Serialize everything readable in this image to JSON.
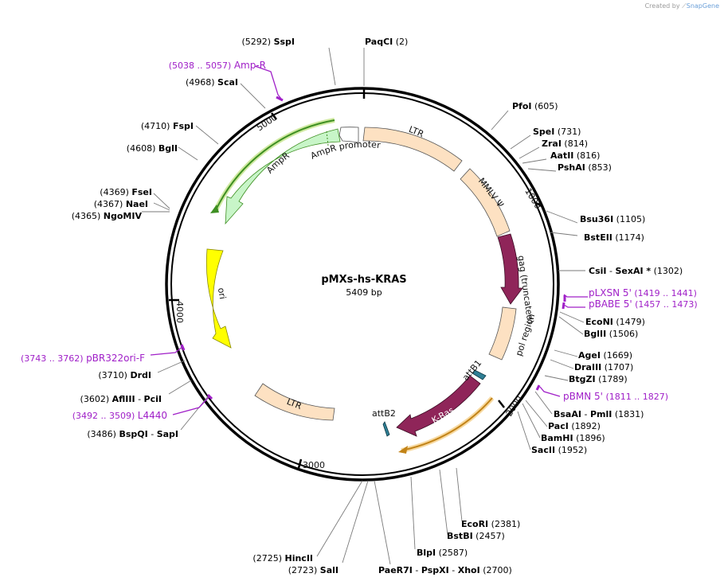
{
  "credit": {
    "prefix": "Created by",
    "brand": "SnapGene"
  },
  "plasmid": {
    "name": "pMXs-hs-KRAS",
    "size": "5409 bp",
    "length": 5409
  },
  "ticks": [
    "1000",
    "2000",
    "3000",
    "4000",
    "5000"
  ],
  "colors": {
    "backbone": "#000000",
    "ltr": "#fde1c2",
    "mmlv": "#fde1c2",
    "gag": "#8f2559",
    "pol": "#fde1c2",
    "kras": "#8f2559",
    "attb": "#2f7f95",
    "ampr": "#c8f5c8",
    "promoter": "#ffffff",
    "ori": "#ffff00",
    "primer": "#a020c8",
    "orf_amp": "#3e8f22",
    "orf_kras": "#f2b134"
  },
  "features": {
    "ltr_top": "LTR",
    "mmlv": "MMLV Ψ",
    "gag": "gag (truncated)",
    "pol": "pol region",
    "attb1": "attB1",
    "kras": "K-Ras",
    "attb2": "attB2",
    "ltr_bottom": "LTR",
    "ori": "ori",
    "ampr": "AmpR",
    "amp_promoter": "AmpR promoter"
  },
  "sites": [
    {
      "pos": "(5292)",
      "name": "SspI"
    },
    {
      "name": "PaqCI",
      "pos": "(2)"
    },
    {
      "name": "PfoI",
      "pos": "(605)"
    },
    {
      "name": "SpeI",
      "pos": "(731)"
    },
    {
      "name": "ZraI",
      "pos": "(814)"
    },
    {
      "name": "AatII",
      "pos": "(816)"
    },
    {
      "name": "PshAI",
      "pos": "(853)"
    },
    {
      "name": "Bsu36I",
      "pos": "(1105)"
    },
    {
      "name": "BstEII",
      "pos": "(1174)"
    },
    {
      "name": "CsiI",
      "sep": "-",
      "name2": "SexAI *",
      "pos": "(1302)"
    },
    {
      "name": "EcoNI",
      "pos": "(1479)"
    },
    {
      "name": "BglII",
      "pos": "(1506)"
    },
    {
      "name": "AgeI",
      "pos": "(1669)"
    },
    {
      "name": "DraIII",
      "pos": "(1707)"
    },
    {
      "name": "BtgZI",
      "pos": "(1789)"
    },
    {
      "name": "BsaAI",
      "sep": "-",
      "name2": "PmlI",
      "pos": "(1831)"
    },
    {
      "name": "PacI",
      "pos": "(1892)"
    },
    {
      "name": "BamHI",
      "pos": "(1896)"
    },
    {
      "name": "SacII",
      "pos": "(1952)"
    },
    {
      "name": "EcoRI",
      "pos": "(2381)"
    },
    {
      "name": "BstBI",
      "pos": "(2457)"
    },
    {
      "name": "BlpI",
      "pos": "(2587)"
    },
    {
      "name": "PaeR7I",
      "sep": "-",
      "name2": "PspXI",
      "sep2": "-",
      "name3": "XhoI",
      "pos": "(2700)"
    },
    {
      "pos": "(2723)",
      "name": "SalI"
    },
    {
      "pos": "(2725)",
      "name": "HincII"
    },
    {
      "pos": "(3486)",
      "name": "BspQI",
      "sep": "-",
      "name2": "SapI"
    },
    {
      "pos": "(3602)",
      "name": "AflIII",
      "sep": "-",
      "name2": "PciI"
    },
    {
      "pos": "(3710)",
      "name": "DrdI"
    },
    {
      "pos": "(4365)",
      "name": "NgoMIV"
    },
    {
      "pos": "(4367)",
      "name": "NaeI"
    },
    {
      "pos": "(4369)",
      "name": "FseI"
    },
    {
      "pos": "(4608)",
      "name": "BglI"
    },
    {
      "pos": "(4710)",
      "name": "FspI"
    },
    {
      "pos": "(4968)",
      "name": "ScaI"
    }
  ],
  "primers": [
    {
      "name": "pLXSN 5'",
      "range": "(1419 .. 1441)"
    },
    {
      "name": "pBABE 5'",
      "range": "(1457 .. 1473)"
    },
    {
      "name": "pBMN 5'",
      "range": "(1811 .. 1827)"
    },
    {
      "range": "(5038 .. 5057)",
      "name": "Amp-R"
    },
    {
      "range": "(3743 .. 3762)",
      "name": "pBR322ori-F"
    },
    {
      "range": "(3492 .. 3509)",
      "name": "L4440"
    }
  ]
}
